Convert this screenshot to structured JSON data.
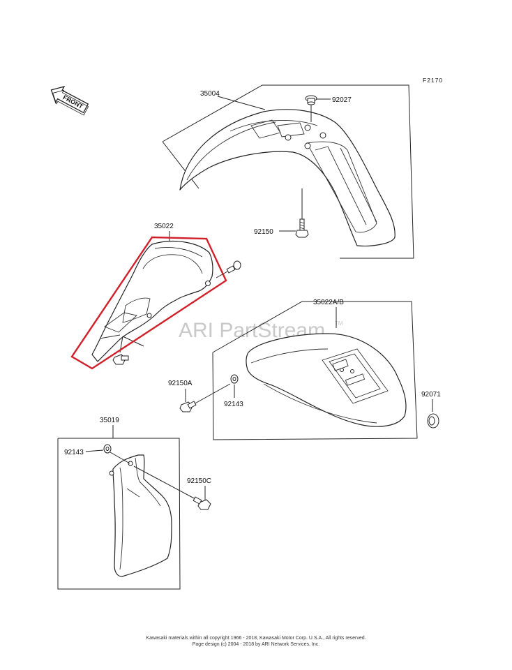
{
  "diagram_code": "F2170",
  "front_label": "FRONT",
  "watermark": "ARI PartStream",
  "watermark_mark": "TM",
  "parts": {
    "p35004": "35004",
    "p92027": "92027",
    "p92150": "92150",
    "p35022": "35022",
    "p35022ab": "35022A/B",
    "p92150a": "92150A",
    "p92143_top": "92143",
    "p92071": "92071",
    "p35019": "35019",
    "p92143_bottom": "92143",
    "p92150c": "92150C"
  },
  "highlight_color": "#d0202a",
  "footer": {
    "line1": "Kawasaki materials within all copyright 1966 - 2018, Kawasaki Motor Corp. U.S.A., All rights reserved.",
    "line2": "Page design (c) 2004 - 2018 by ARI Network Services, Inc."
  }
}
